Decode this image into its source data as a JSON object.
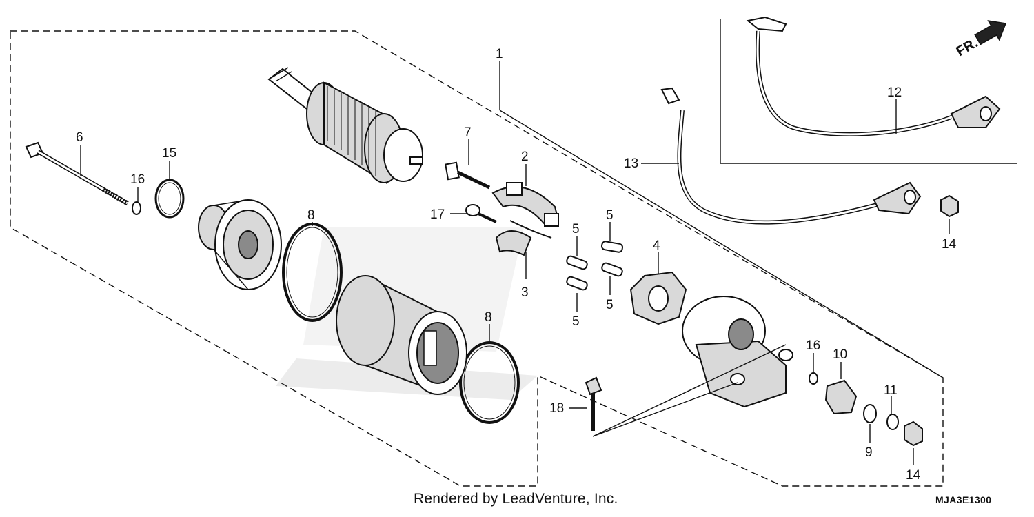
{
  "diagram": {
    "callouts": [
      {
        "id": "c1",
        "text": "1"
      },
      {
        "id": "c2",
        "text": "2"
      },
      {
        "id": "c3",
        "text": "3"
      },
      {
        "id": "c4",
        "text": "4"
      },
      {
        "id": "c5a",
        "text": "5"
      },
      {
        "id": "c5b",
        "text": "5"
      },
      {
        "id": "c5c",
        "text": "5"
      },
      {
        "id": "c5d",
        "text": "5"
      },
      {
        "id": "c6",
        "text": "6"
      },
      {
        "id": "c7",
        "text": "7"
      },
      {
        "id": "c8a",
        "text": "8"
      },
      {
        "id": "c8b",
        "text": "8"
      },
      {
        "id": "c9",
        "text": "9"
      },
      {
        "id": "c10",
        "text": "10"
      },
      {
        "id": "c11",
        "text": "11"
      },
      {
        "id": "c12",
        "text": "12"
      },
      {
        "id": "c13",
        "text": "13"
      },
      {
        "id": "c14a",
        "text": "14"
      },
      {
        "id": "c14b",
        "text": "14"
      },
      {
        "id": "c15",
        "text": "15"
      },
      {
        "id": "c16a",
        "text": "16"
      },
      {
        "id": "c16b",
        "text": "16"
      },
      {
        "id": "c17",
        "text": "17"
      },
      {
        "id": "c18",
        "text": "18"
      }
    ],
    "direction_label": "FR.",
    "credit": "Rendered by LeadVenture, Inc.",
    "diagram_code": "MJA3E1300"
  }
}
